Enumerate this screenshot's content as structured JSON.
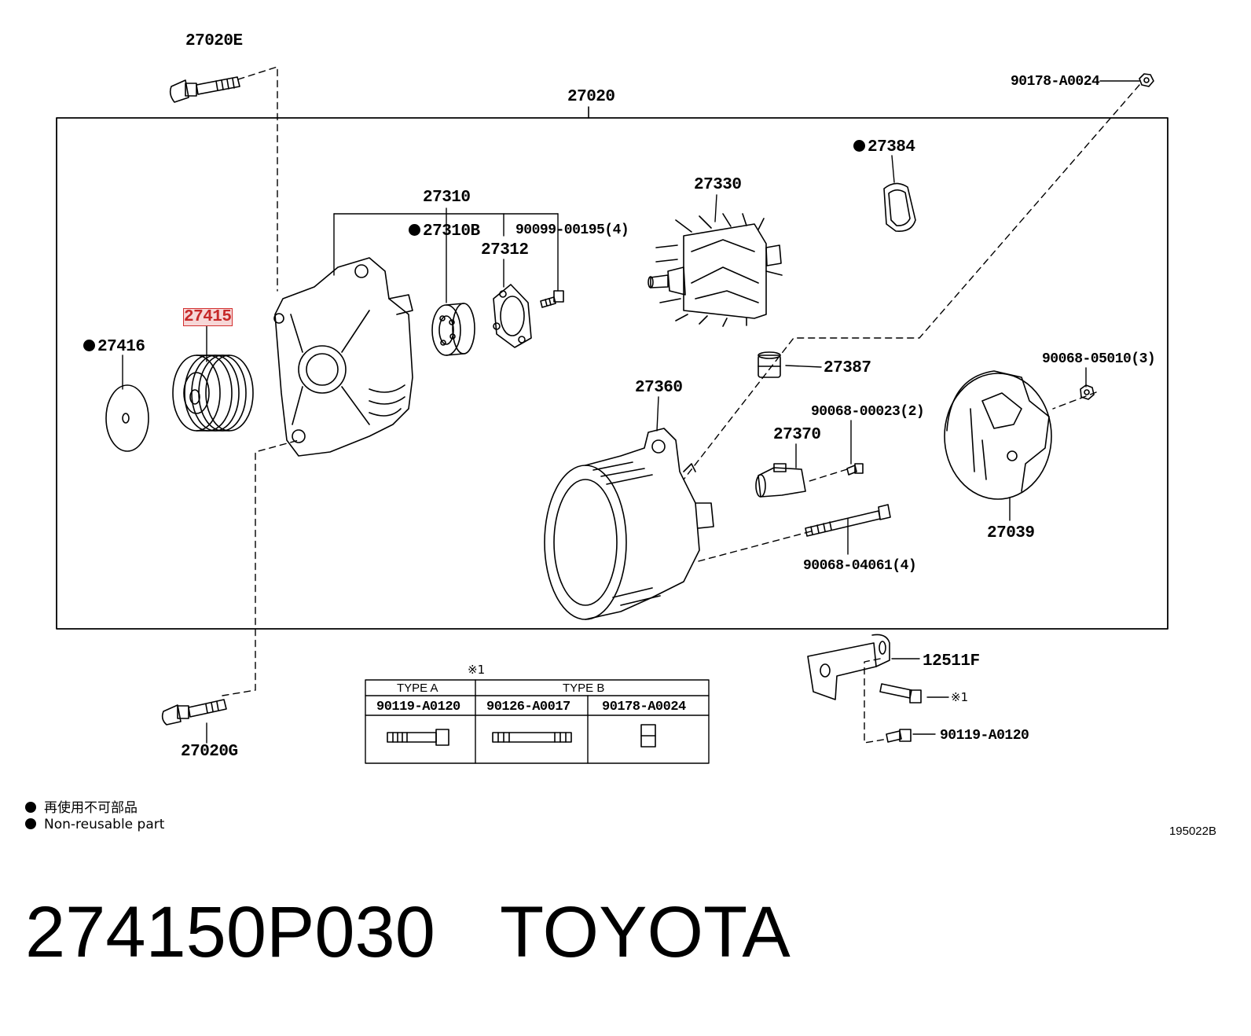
{
  "diagram": {
    "labels": {
      "p27020E": "27020E",
      "p27020": "27020",
      "p90178_top": "90178-A0024",
      "p27384": "27384",
      "p27330": "27330",
      "p27310": "27310",
      "p27310B": "27310B",
      "p90099": "90099-00195(4)",
      "p27312": "27312",
      "p27415": "27415",
      "p27416": "27416",
      "p27387": "27387",
      "p90068_05010": "90068-05010(3)",
      "p27360": "27360",
      "p90068_00023": "90068-00023(2)",
      "p27370": "27370",
      "p27039": "27039",
      "p90068_04061": "90068-04061(4)",
      "p12511F": "12511F",
      "p90119_right": "90119-A0120",
      "p27020G": "27020G"
    },
    "note_mark": "※1",
    "note_mark_bracket": "※1"
  },
  "type_table": {
    "header_a": "TYPE A",
    "header_b": "TYPE B",
    "col1": "90119-A0120",
    "col2": "90126-A0017",
    "col3": "90178-A0024"
  },
  "legend": {
    "cn": "再使用不可部品",
    "en": "Non-reusable part"
  },
  "diagram_code": "195022B",
  "product": {
    "part_number": "274150P030",
    "brand": "TOYOTA"
  }
}
